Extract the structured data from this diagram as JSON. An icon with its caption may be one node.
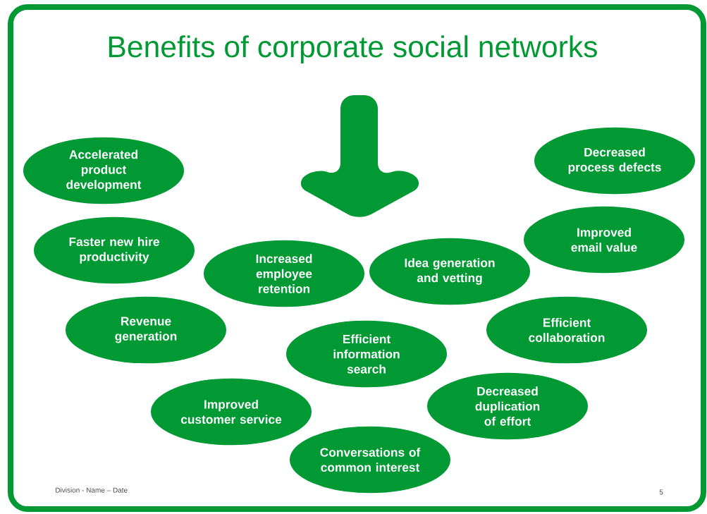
{
  "diagram": {
    "title": "Benefits of corporate social networks",
    "nodes": [
      {
        "text": [
          "Accelerated product development"
        ]
      },
      {
        "text": [
          "Decreased process defects"
        ]
      },
      {
        "text": [
          "Faster new hire productivity"
        ]
      },
      {
        "text": [
          "Improved email value"
        ]
      },
      {
        "text": [
          "Increased employee retention"
        ]
      },
      {
        "text": [
          "Idea generation and vetting"
        ]
      },
      {
        "text": [
          "Revenue generation"
        ]
      },
      {
        "text": [
          "Efficient collaboration"
        ]
      },
      {
        "text": [
          "Efficient information search"
        ]
      },
      {
        "text": [
          "Improved customer service"
        ]
      },
      {
        "text": [
          "Decreased duplication of effort"
        ]
      },
      {
        "text": [
          "Conversations of common interest"
        ]
      }
    ],
    "labels": [
      "Division - Name – Date",
      "5"
    ]
  }
}
